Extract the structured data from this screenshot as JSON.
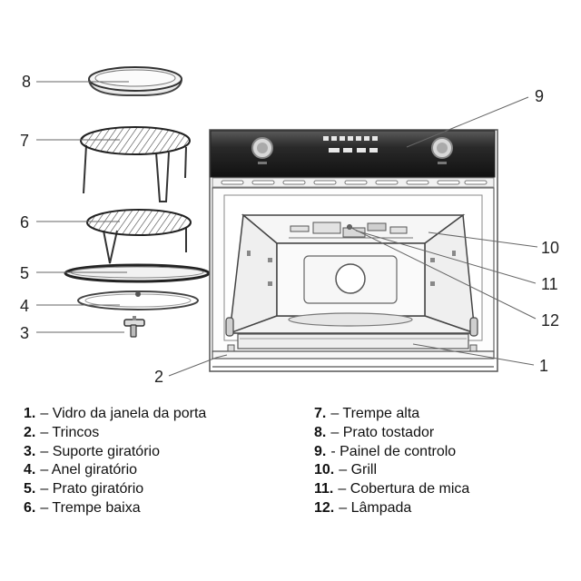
{
  "diagram": {
    "callouts": [
      "1",
      "2",
      "3",
      "4",
      "5",
      "6",
      "7",
      "8",
      "9",
      "10",
      "11",
      "12"
    ]
  },
  "legend": {
    "left": [
      {
        "num": "1.",
        "text": "– Vidro da janela da porta"
      },
      {
        "num": "2.",
        "text": "– Trincos"
      },
      {
        "num": "3.",
        "text": "– Suporte giratório"
      },
      {
        "num": "4.",
        "text": "– Anel giratório"
      },
      {
        "num": "5.",
        "text": "– Prato giratório"
      },
      {
        "num": "6.",
        "text": "– Trempe baixa"
      }
    ],
    "right": [
      {
        "num": "7.",
        "text": "– Trempe alta"
      },
      {
        "num": "8.",
        "text": "– Prato tostador"
      },
      {
        "num": "9.",
        "text": "- Painel de controlo"
      },
      {
        "num": "10.",
        "text": "– Grill"
      },
      {
        "num": "11.",
        "text": "– Cobertura de mica"
      },
      {
        "num": "12.",
        "text": "– Lâmpada"
      }
    ]
  }
}
